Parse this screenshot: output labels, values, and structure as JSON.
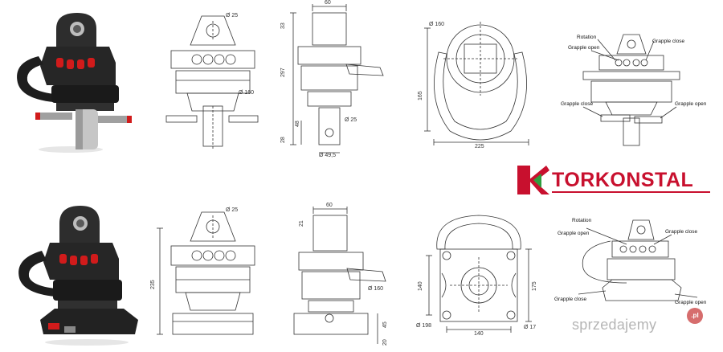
{
  "brand": {
    "name": "TORKONSTAL",
    "red": "#c8102e",
    "green": "#2e9e3f"
  },
  "watermark": {
    "text": "sprzedajemy",
    "badge": ".pl"
  },
  "top_row": {
    "front_view": {
      "hole_dia": "Ø 25",
      "body_dia": "Ø 160"
    },
    "side_view": {
      "top_width": "60",
      "dim_33": "33",
      "height": "297",
      "dim_48": "48",
      "dim_28": "28",
      "shaft_hole": "Ø 25",
      "shaft_dia": "Ø 49,5"
    },
    "top_view": {
      "circle_dia": "Ø 160",
      "depth": "165",
      "width": "225"
    },
    "labeled_view": {
      "rotation": "Rotation",
      "grapple_close_top": "Grapple close",
      "grapple_open_top": "Grapple open",
      "grapple_close_left": "Grapple close",
      "grapple_open_right": "Grapple open"
    }
  },
  "bottom_row": {
    "front_view": {
      "hole_dia": "Ø 25",
      "height": "235"
    },
    "side_view": {
      "top_width": "60",
      "dim_21": "21",
      "body_dia": "Ø 160",
      "dim_45": "45",
      "dim_20": "20"
    },
    "top_view": {
      "dim_140_left": "140",
      "dim_175": "175",
      "dim_140_bottom": "140",
      "flange_dia": "Ø 198",
      "hole_dia": "Ø 17"
    },
    "labeled_view": {
      "rotation": "Rotation",
      "grapple_open": "Grapple open",
      "grapple_close": "Grapple close",
      "grapple_close_bottom": "Grapple close",
      "grapple_open_bottom": "Grapple open"
    }
  }
}
